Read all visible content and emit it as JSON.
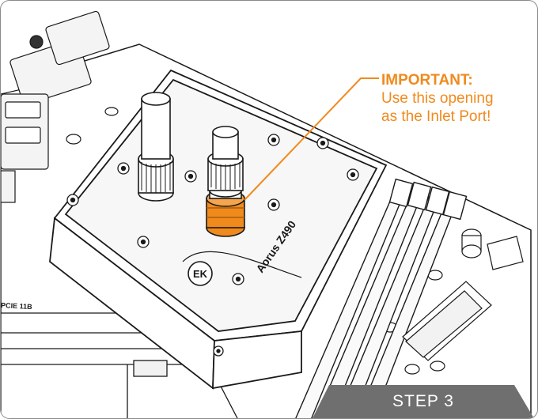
{
  "callout": {
    "title": "IMPORTANT:",
    "line1": "Use this opening",
    "line2": "as the Inlet Port!"
  },
  "block": {
    "model_label": "Aorus Z490",
    "logo_glyph": "EK"
  },
  "board": {
    "pcie_label": "PCIE 11B"
  },
  "step": {
    "label": "STEP 3"
  },
  "colors": {
    "accent": "#f08a1d",
    "tab": "#6f6f6f",
    "line": "#1a1a1a"
  },
  "icons": {
    "logo": "ek-logo-icon"
  }
}
